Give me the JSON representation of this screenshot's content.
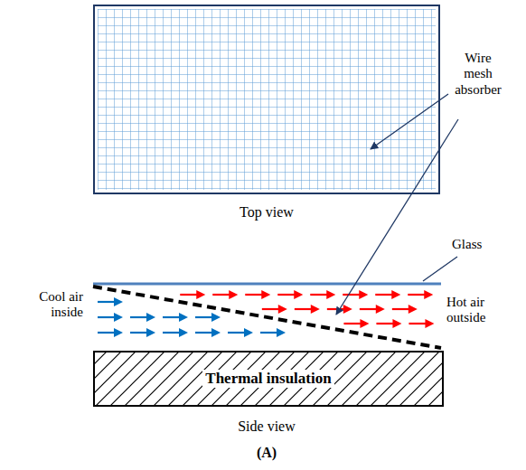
{
  "diagram": {
    "nodes": [
      {
        "text": [
          "Thermal insulation"
        ]
      }
    ],
    "labels": [
      "Wire mesh absorber",
      "Top view",
      "Glass",
      "Cool air inside",
      "Hot air outside",
      "Side view",
      "(A)"
    ]
  }
}
